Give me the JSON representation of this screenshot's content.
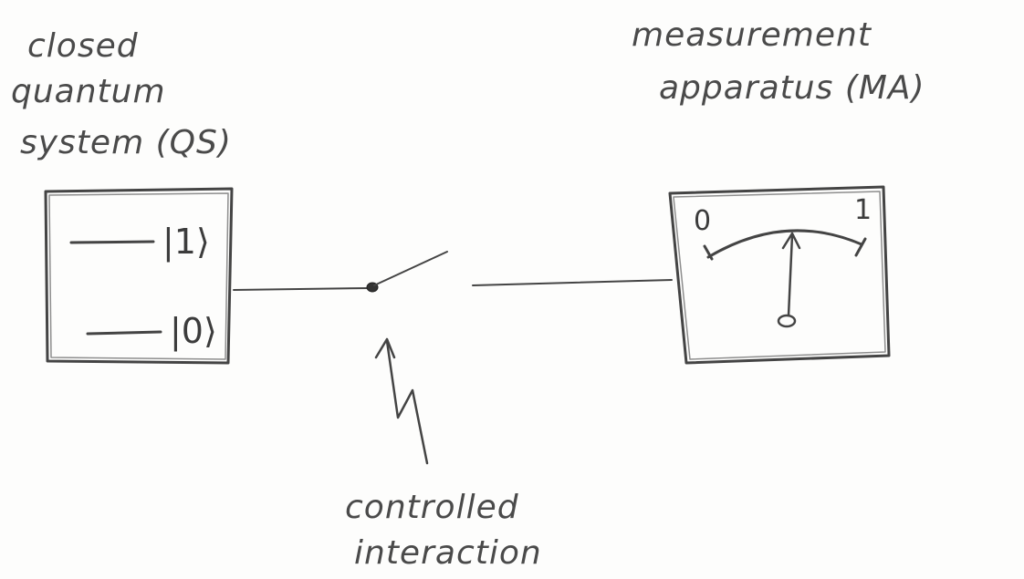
{
  "labels": {
    "quantum_system": [
      "closed",
      "quantum",
      "system (QS)"
    ],
    "measurement_apparatus": [
      "measurement",
      "apparatus (MA)"
    ],
    "controlled_interaction": [
      "controlled",
      "interaction"
    ]
  },
  "quantum_system_levels": [
    {
      "ket": "|1⟩"
    },
    {
      "ket": "|0⟩"
    }
  ],
  "meter_scale": {
    "min_label": "0",
    "max_label": "1"
  }
}
